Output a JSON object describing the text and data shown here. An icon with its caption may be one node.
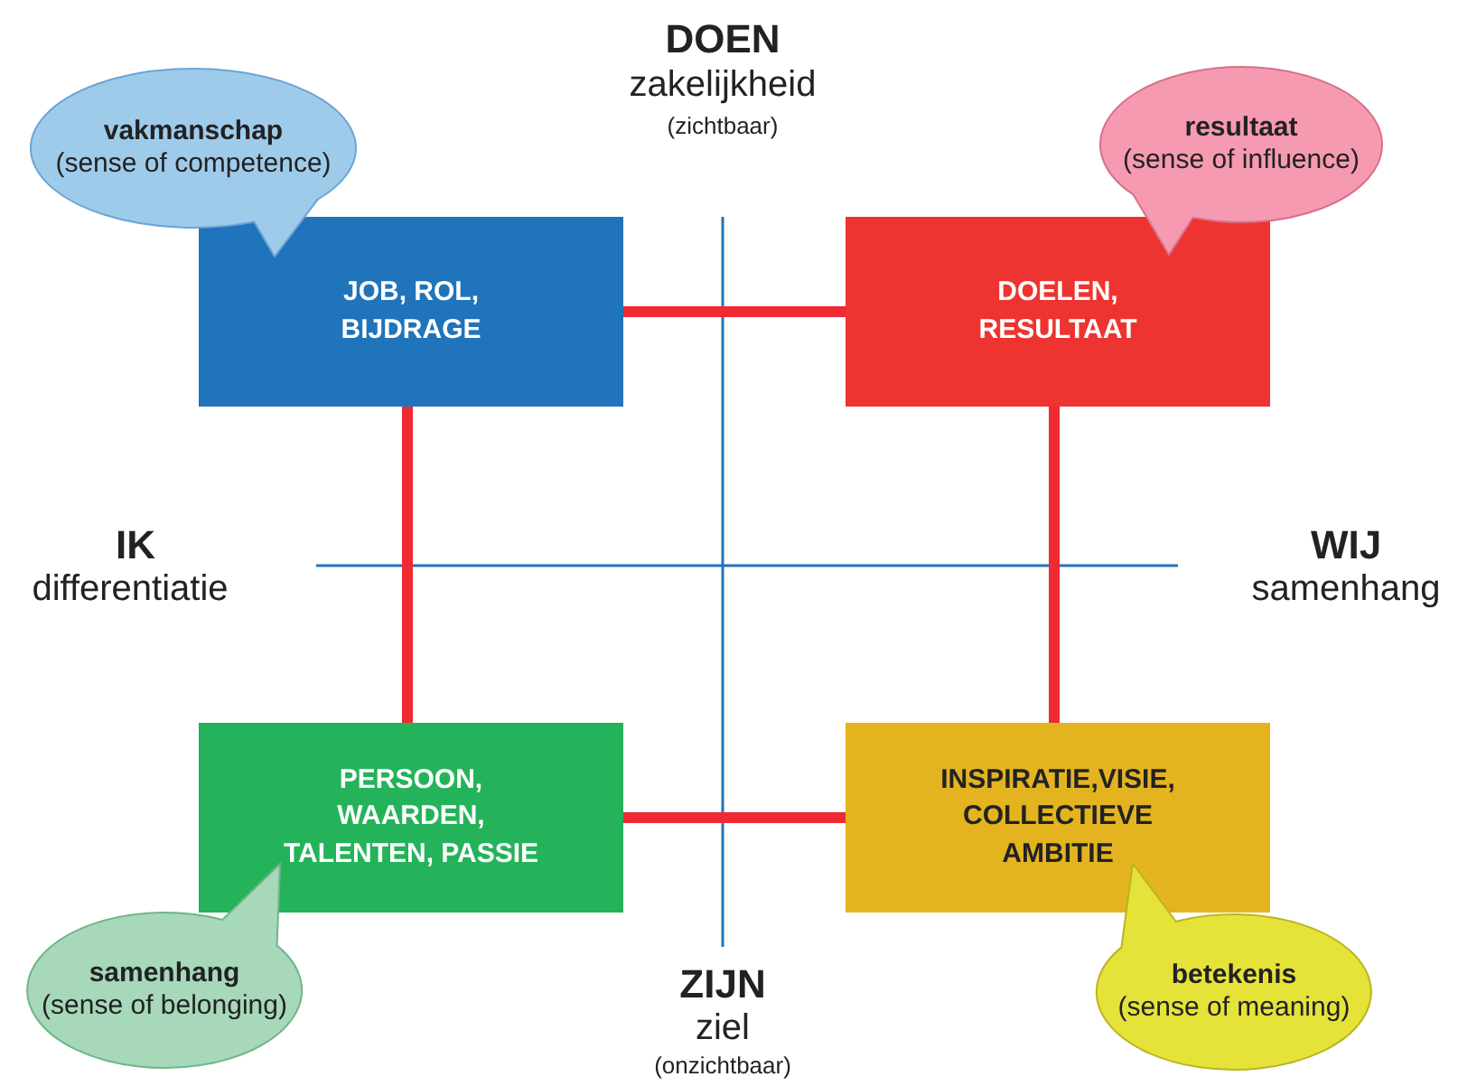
{
  "diagram": {
    "nodes": [
      {
        "text": [
          "vakmanschap",
          "(sense of competence)"
        ]
      },
      {
        "text": [
          "JOB, ROL, BIJDRAGE"
        ]
      },
      {
        "text": [
          "resultaat",
          "(sense of influence)"
        ]
      },
      {
        "text": [
          "DOELEN, RESULTAAT"
        ]
      },
      {
        "text": [
          "PERSOON, WAARDEN, TALENTEN, PASSIE"
        ]
      },
      {
        "text": [
          "INSPIRATIE,VISIE, COLLECTIEVE AMBITIE"
        ]
      },
      {
        "text": [
          "samenhang",
          "(sense of belonging)"
        ]
      },
      {
        "text": [
          "betekenis",
          "(sense of meaning)"
        ]
      }
    ],
    "edges": [
      {
        "from": 1,
        "to": 3,
        "arrow": "none"
      },
      {
        "from": 1,
        "to": 4,
        "arrow": "none"
      },
      {
        "from": 3,
        "to": 5,
        "arrow": "none"
      },
      {
        "from": 4,
        "to": 5,
        "arrow": "none"
      }
    ],
    "labels": [
      "DOEN",
      "zakelijkheid",
      "(zichtbaar)",
      "IK",
      "differentiatie",
      "WIJ",
      "samenhang",
      "ZIJN",
      "ziel",
      "(onzichtbaar)"
    ]
  }
}
